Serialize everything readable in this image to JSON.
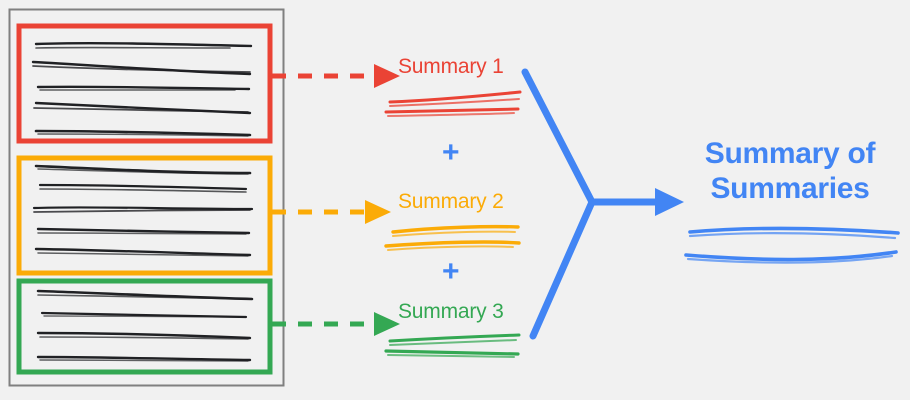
{
  "diagram": {
    "title_text": "Summary of Summaries",
    "background_color": "#f1f1f1",
    "source_container": {
      "name": "documents-container",
      "border_color": "#808080"
    },
    "documents": [
      {
        "id": "doc-1",
        "color": "#EA4335",
        "color_name": "red",
        "text_line_count": 5,
        "arrow_label": "",
        "summary_label": "Summary 1"
      },
      {
        "id": "doc-2",
        "color": "#FBAB07",
        "color_name": "orange",
        "text_line_count": 5,
        "arrow_label": "",
        "summary_label": "Summary 2"
      },
      {
        "id": "doc-3",
        "color": "#34A853",
        "color_name": "green",
        "text_line_count": 4,
        "arrow_label": "",
        "summary_label": "Summary 3"
      }
    ],
    "operators": [
      {
        "id": "plus-1",
        "symbol": "+",
        "color": "#4285F4"
      },
      {
        "id": "plus-2",
        "symbol": "+",
        "color": "#4285F4"
      }
    ],
    "merge": {
      "color": "#4285F4",
      "arrow_direction": "right"
    },
    "result": {
      "line_1": "Summary of",
      "line_2": "Summaries",
      "color": "#4285F4",
      "underline_count": 2
    },
    "palette": {
      "red": "#EA4335",
      "orange": "#FBAB07",
      "green": "#34A853",
      "blue": "#4285F4",
      "ink": "#202124",
      "frame": "#808080",
      "bg": "#f1f1f1"
    }
  }
}
